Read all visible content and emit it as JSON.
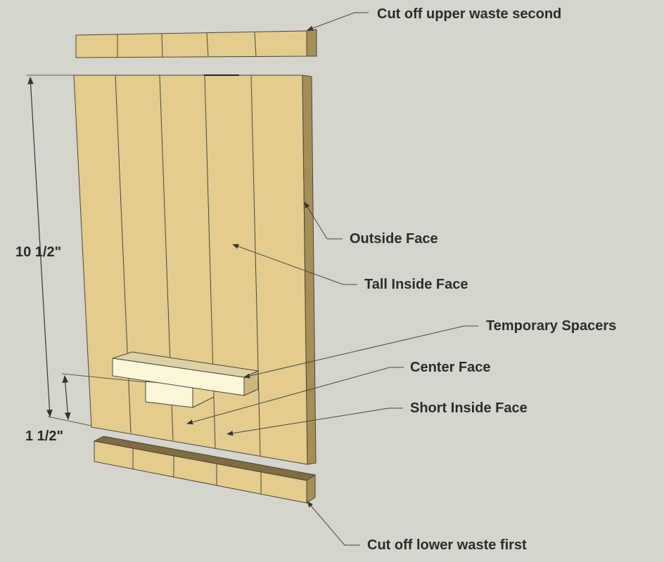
{
  "labels": {
    "upper_waste": "Cut off upper waste second",
    "outside_face": "Outside Face",
    "tall_inside_face": "Tall Inside Face",
    "temporary_spacers": "Temporary Spacers",
    "center_face": "Center Face",
    "short_inside_face": "Short Inside Face",
    "lower_waste": "Cut off lower waste first"
  },
  "dimensions": {
    "height": "10 1/2\"",
    "offset": "1 1/2\""
  },
  "colors": {
    "background": "#d6d5cd",
    "wood_face": "#e3cc8e",
    "wood_edge": "#a58f58",
    "wood_top": "#806c42",
    "spacer_face": "#fbf6da",
    "grain_line": "#4a4436",
    "leader_line": "#444444"
  }
}
